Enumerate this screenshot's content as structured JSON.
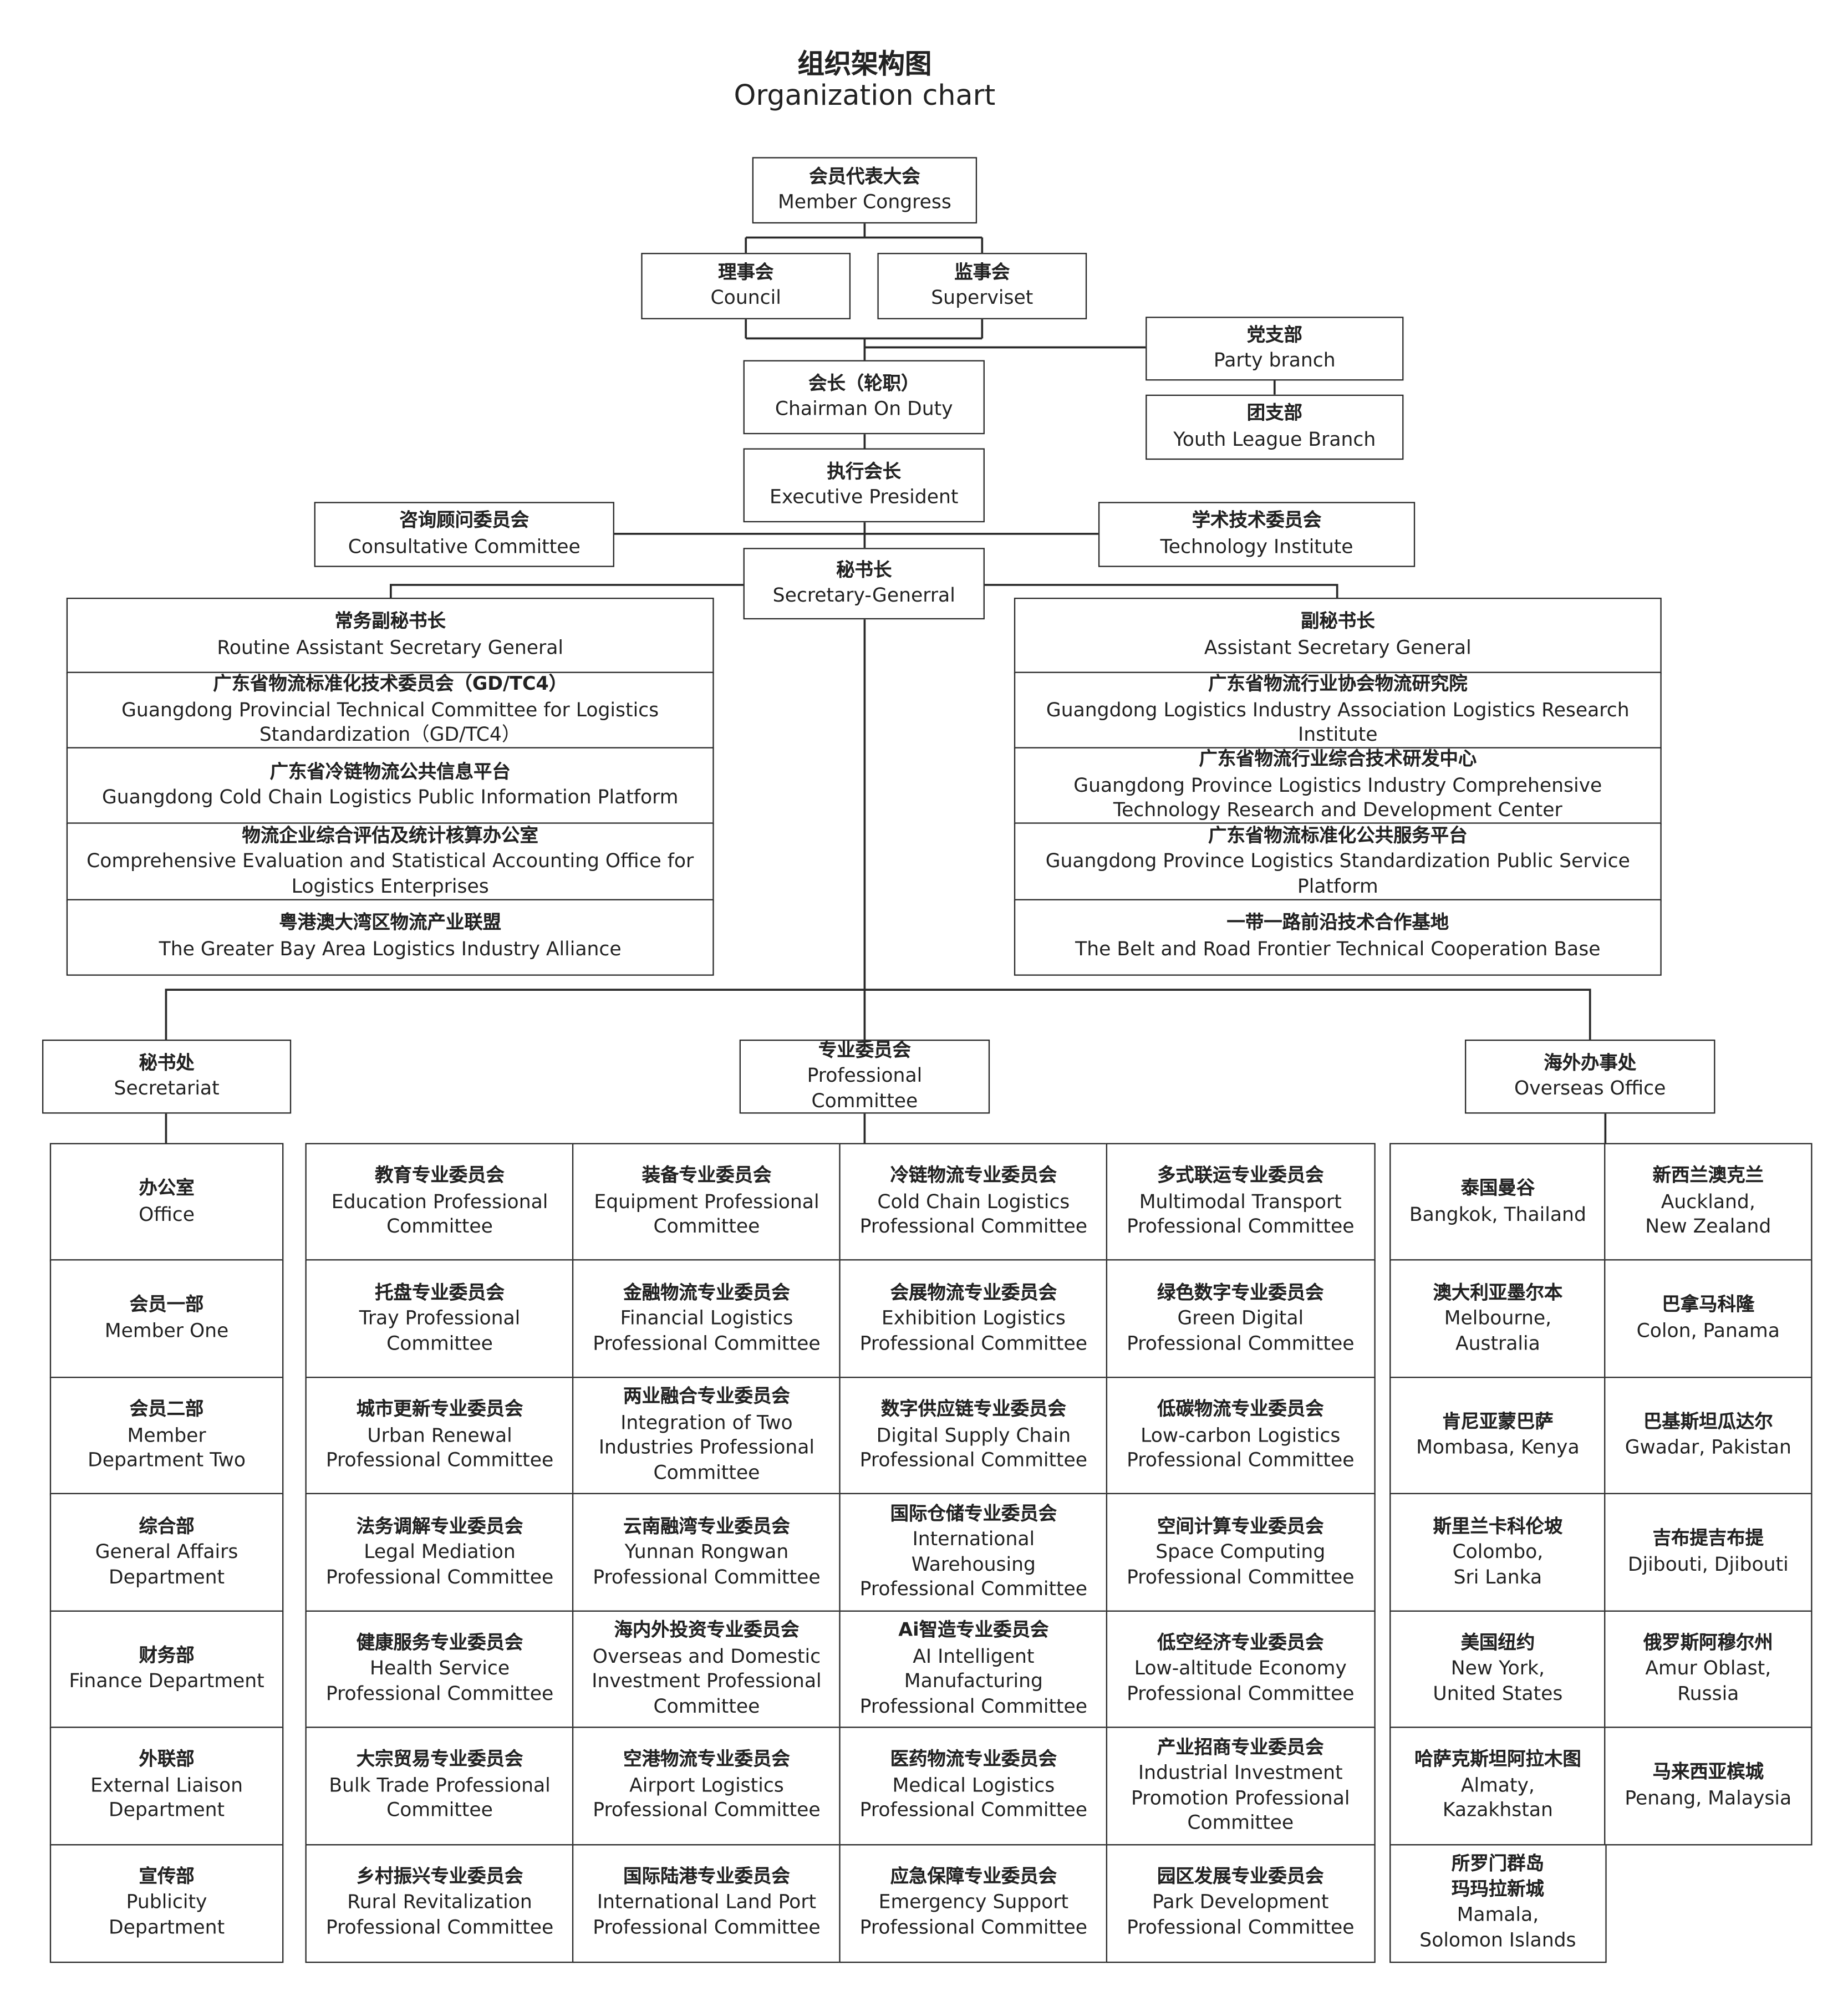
{
  "title": {
    "zh": "组织架构图",
    "en": "Organization chart"
  },
  "nodes": {
    "member_congress": {
      "zh": "会员代表大会",
      "en": "Member Congress"
    },
    "council": {
      "zh": "理事会",
      "en": "Council"
    },
    "supervisor": {
      "zh": "监事会",
      "en": "Superviset"
    },
    "party_branch": {
      "zh": "党支部",
      "en": "Party branch"
    },
    "youth_league": {
      "zh": "团支部",
      "en": "Youth League Branch"
    },
    "chairman": {
      "zh": "会长（轮职）",
      "en": "Chairman On Duty"
    },
    "executive_president": {
      "zh": "执行会长",
      "en": "Executive President"
    },
    "consultative": {
      "zh": "咨询顾问委员会",
      "en": "Consultative Committee"
    },
    "technology": {
      "zh": "学术技术委员会",
      "en": "Technology Institute"
    },
    "secretary_general": {
      "zh": "秘书长",
      "en": "Secretary-Generral"
    },
    "secretariat": {
      "zh": "秘书处",
      "en": "Secretariat"
    },
    "professional": {
      "zh": "专业委员会",
      "en": "Professional\nCommittee"
    },
    "overseas": {
      "zh": "海外办事处",
      "en": "Overseas Office"
    }
  },
  "left_stack": [
    {
      "zh": "常务副秘书长",
      "en": "Routine Assistant Secretary General"
    },
    {
      "zh": "广东省物流标准化技术委员会（GD/TC4）",
      "en": "Guangdong Provincial Technical Committee for Logistics Standardization（GD/TC4）"
    },
    {
      "zh": "广东省冷链物流公共信息平台",
      "en": "Guangdong Cold Chain Logistics Public Information Platform"
    },
    {
      "zh": "物流企业综合评估及统计核算办公室",
      "en": "Comprehensive Evaluation and Statistical Accounting Office for Logistics Enterprises"
    },
    {
      "zh": "粤港澳大湾区物流产业联盟",
      "en": "The Greater Bay Area Logistics Industry Alliance"
    }
  ],
  "right_stack": [
    {
      "zh": "副秘书长",
      "en": "Assistant Secretary General"
    },
    {
      "zh": "广东省物流行业协会物流研究院",
      "en": "Guangdong Logistics Industry Association Logistics Research Institute"
    },
    {
      "zh": "广东省物流行业综合技术研发中心",
      "en": "Guangdong Province Logistics Industry Comprehensive Technology Research and Development Center"
    },
    {
      "zh": "广东省物流标准化公共服务平台",
      "en": "Guangdong Province Logistics Standardization Public Service Platform"
    },
    {
      "zh": "一带一路前沿技术合作基地",
      "en": "The Belt and Road Frontier Technical Cooperation Base"
    }
  ],
  "secretariat_departments": [
    {
      "zh": "办公室",
      "en": "Office"
    },
    {
      "zh": "会员一部",
      "en": "Member One"
    },
    {
      "zh": "会员二部",
      "en": "Member\nDepartment Two"
    },
    {
      "zh": "综合部",
      "en": "General Affairs\nDepartment"
    },
    {
      "zh": "财务部",
      "en": "Finance Department"
    },
    {
      "zh": "外联部",
      "en": "External Liaison\nDepartment"
    },
    {
      "zh": "宣传部",
      "en": "Publicity\nDepartment"
    }
  ],
  "professional_committees": [
    {
      "zh": "教育专业委员会",
      "en": "Education Professional Committee"
    },
    {
      "zh": "装备专业委员会",
      "en": "Equipment Professional Committee"
    },
    {
      "zh": "冷链物流专业委员会",
      "en": "Cold Chain Logistics\nProfessional Committee"
    },
    {
      "zh": "多式联运专业委员会",
      "en": "Multimodal Transport\nProfessional Committee"
    },
    {
      "zh": "托盘专业委员会",
      "en": "Tray Professional\nCommittee"
    },
    {
      "zh": "金融物流专业委员会",
      "en": "Financial Logistics\nProfessional Committee"
    },
    {
      "zh": "会展物流专业委员会",
      "en": "Exhibition Logistics\nProfessional Committee"
    },
    {
      "zh": "绿色数字专业委员会",
      "en": "Green Digital\nProfessional Committee"
    },
    {
      "zh": "城市更新专业委员会",
      "en": "Urban Renewal\nProfessional Committee"
    },
    {
      "zh": "两业融合专业委员会",
      "en": "Integration of Two\nIndustries Professional\nCommittee"
    },
    {
      "zh": "数字供应链专业委员会",
      "en": "Digital Supply Chain\nProfessional Committee"
    },
    {
      "zh": "低碳物流专业委员会",
      "en": "Low-carbon Logistics\nProfessional Committee"
    },
    {
      "zh": "法务调解专业委员会",
      "en": "Legal Mediation\nProfessional Committee"
    },
    {
      "zh": "云南融湾专业委员会",
      "en": "Yunnan Rongwan\nProfessional Committee"
    },
    {
      "zh": "国际仓储专业委员会",
      "en": "International\nWarehousing\nProfessional Committee"
    },
    {
      "zh": "空间计算专业委员会",
      "en": "Space Computing\nProfessional Committee"
    },
    {
      "zh": "健康服务专业委员会",
      "en": "Health Service\nProfessional Committee"
    },
    {
      "zh": "海内外投资专业委员会",
      "en": "Overseas and Domestic\nInvestment Professional\nCommittee"
    },
    {
      "zh": "Ai智造专业委员会",
      "en": "AI Intelligent\nManufacturing\nProfessional Committee"
    },
    {
      "zh": "低空经济专业委员会",
      "en": "Low-altitude Economy\nProfessional Committee"
    },
    {
      "zh": "大宗贸易专业委员会",
      "en": "Bulk Trade Professional\nCommittee"
    },
    {
      "zh": "空港物流专业委员会",
      "en": "Airport Logistics\nProfessional Committee"
    },
    {
      "zh": "医药物流专业委员会",
      "en": "Medical Logistics\nProfessional Committee"
    },
    {
      "zh": "产业招商专业委员会",
      "en": "Industrial Investment\nPromotion Professional\nCommittee"
    },
    {
      "zh": "乡村振兴专业委员会",
      "en": "Rural Revitalization\nProfessional Committee"
    },
    {
      "zh": "国际陆港专业委员会",
      "en": "International Land Port\nProfessional Committee"
    },
    {
      "zh": "应急保障专业委员会",
      "en": "Emergency Support\nProfessional Committee"
    },
    {
      "zh": "园区发展专业委员会",
      "en": "Park Development\nProfessional Committee"
    }
  ],
  "overseas_offices_left": [
    {
      "zh": "泰国曼谷",
      "en": "Bangkok, Thailand"
    },
    {
      "zh": "澳大利亚墨尔本",
      "en": "Melbourne,\nAustralia"
    },
    {
      "zh": "肯尼亚蒙巴萨",
      "en": "Mombasa, Kenya"
    },
    {
      "zh": "斯里兰卡科伦坡",
      "en": "Colombo,\nSri Lanka"
    },
    {
      "zh": "美国纽约",
      "en": "New York,\nUnited States"
    },
    {
      "zh": "哈萨克斯坦阿拉木图",
      "en": "Almaty,\nKazakhstan"
    },
    {
      "zh": "所罗门群岛\n玛玛拉新城",
      "en": "Mamala,\nSolomon Islands"
    }
  ],
  "overseas_offices_right": [
    {
      "zh": "新西兰澳克兰",
      "en": "Auckland,\nNew Zealand"
    },
    {
      "zh": "巴拿马科隆",
      "en": "Colon, Panama"
    },
    {
      "zh": "巴基斯坦瓜达尔",
      "en": "Gwadar, Pakistan"
    },
    {
      "zh": "吉布提吉布提",
      "en": "Djibouti, Djibouti"
    },
    {
      "zh": "俄罗斯阿穆尔州",
      "en": "Amur Oblast,\nRussia"
    },
    {
      "zh": "马来西亚槟城",
      "en": "Penang, Malaysia"
    }
  ]
}
